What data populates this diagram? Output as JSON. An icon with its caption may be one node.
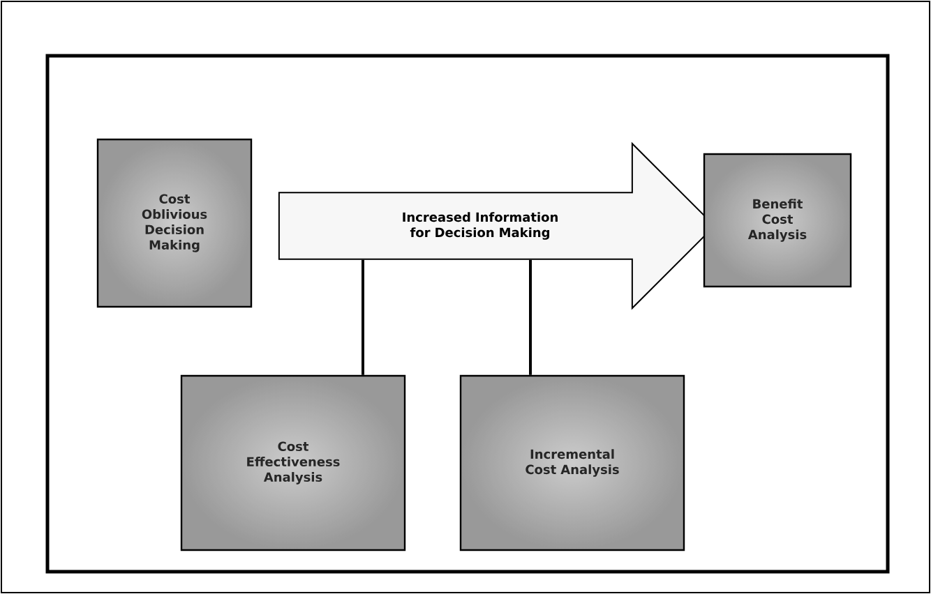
{
  "diagram": {
    "nodes": [
      {
        "text": [
          "Cost Oblivious Decision Making"
        ]
      },
      {
        "text": [
          "Increased Information for Decision Making"
        ]
      },
      {
        "text": [
          "Benefit Cost Analysis"
        ]
      },
      {
        "text": [
          "Cost Effectiveness Analysis"
        ]
      },
      {
        "text": [
          "Incremental Cost Analysis"
        ]
      }
    ],
    "edges": [
      {
        "from": 3,
        "to": 1,
        "arrow": "none"
      },
      {
        "from": 4,
        "to": 1,
        "arrow": "none"
      }
    ]
  }
}
